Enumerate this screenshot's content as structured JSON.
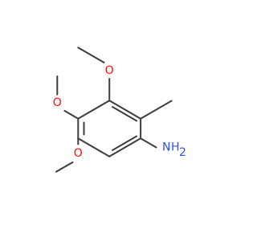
{
  "molecule": {
    "atoms": {
      "oxygen_top": "O",
      "oxygen_left": "O",
      "oxygen_bottom": "O",
      "nitrogen": "N",
      "amine_h": "H",
      "amine_h_sub": "2"
    },
    "colors": {
      "bond": "#3d3d3d",
      "oxygen": "#ff0d0d",
      "nitrogen": "#3050f8"
    }
  }
}
